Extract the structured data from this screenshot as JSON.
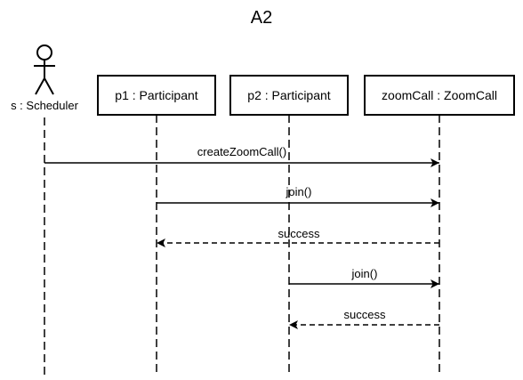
{
  "diagram": {
    "title": "A2",
    "actor": {
      "label": "s : Scheduler"
    },
    "participants": [
      {
        "label": "p1 : Participant"
      },
      {
        "label": "p2 : Participant"
      },
      {
        "label": "zoomCall : ZoomCall"
      }
    ],
    "messages": [
      {
        "label": "createZoomCall()",
        "from": "s",
        "to": "zoomCall",
        "kind": "call"
      },
      {
        "label": "join()",
        "from": "p1",
        "to": "zoomCall",
        "kind": "call"
      },
      {
        "label": "success",
        "from": "zoomCall",
        "to": "p1",
        "kind": "return"
      },
      {
        "label": "join()",
        "from": "p2",
        "to": "zoomCall",
        "kind": "call"
      },
      {
        "label": "success",
        "from": "zoomCall",
        "to": "p2",
        "kind": "return"
      }
    ],
    "colors": {
      "line": "#000000",
      "background": "#ffffff"
    }
  }
}
